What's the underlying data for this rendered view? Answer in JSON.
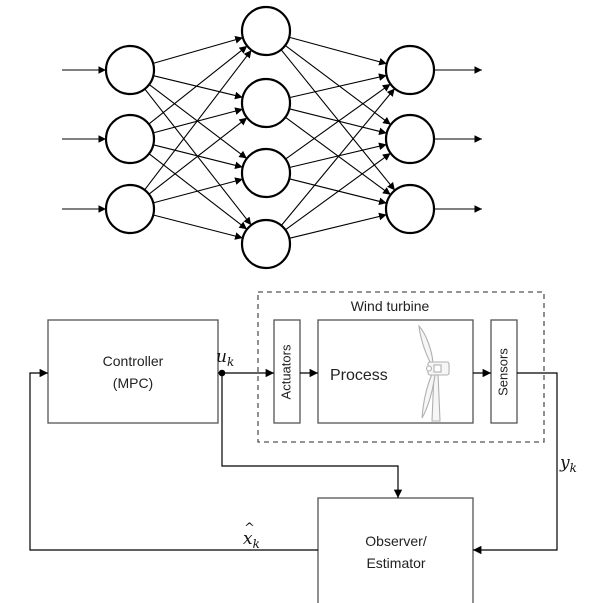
{
  "neural_network": {
    "input_nodes": 3,
    "hidden_nodes": 4,
    "output_nodes": 3
  },
  "block_diagram": {
    "controller": {
      "line1": "Controller",
      "line2": "(MPC)"
    },
    "wind_turbine_group": {
      "title": "Wind turbine"
    },
    "actuators": {
      "label": "Actuators"
    },
    "process": {
      "label": "Process"
    },
    "sensors": {
      "label": "Sensors"
    },
    "observer": {
      "line1": "Observer/",
      "line2": "Estimator"
    },
    "signals": {
      "control": {
        "base": "u",
        "sub": "k"
      },
      "output": {
        "base": "y",
        "sub": "k"
      },
      "estimate": {
        "base": "x",
        "hat": "^",
        "sub": "k"
      }
    }
  },
  "colors": {
    "line": "#000000",
    "box_border": "#555555",
    "text": "#222222",
    "turbine": "#b0b0b0"
  },
  "icons": [
    "wind-turbine-icon"
  ]
}
